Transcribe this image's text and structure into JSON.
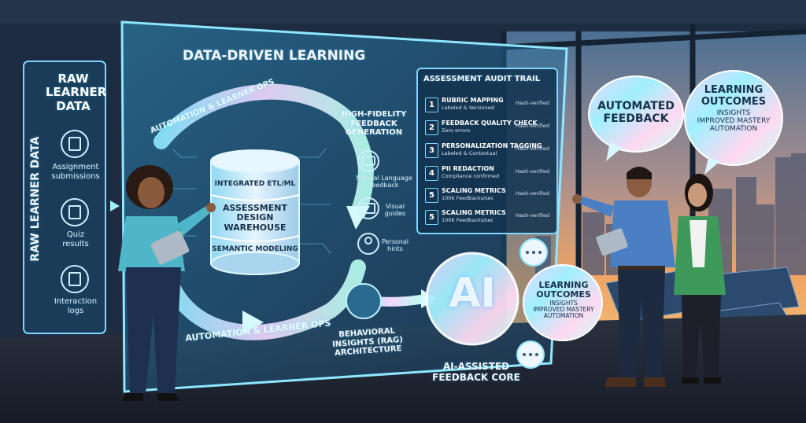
{
  "raw_panel": {
    "title_lines": [
      "RAW",
      "LEARNER",
      "DATA"
    ],
    "vertical_label": "RAW LEARNER DATA",
    "items": [
      {
        "icon": "assignment-icon",
        "label_lines": [
          "Assignment",
          "submissions"
        ]
      },
      {
        "icon": "quiz-icon",
        "label_lines": [
          "Quiz",
          "results"
        ]
      },
      {
        "icon": "log-icon",
        "label_lines": [
          "Interaction",
          "logs"
        ]
      }
    ]
  },
  "board": {
    "title": "DATA-DRIVEN LEARNING",
    "arc_top_label": "AUTOMATION & LEARNER OPS",
    "arc_bottom_label": "AUTOMATION & LEARNER OPS",
    "warehouse": {
      "top_label": "INTEGRATED ETL/ML",
      "main_lines": [
        "ASSESSMENT",
        "DESIGN",
        "WAREHOUSE"
      ],
      "bottom_label": "SEMANTIC MODELING"
    },
    "feedback_gen_lines": [
      "HIGH-FIDELITY",
      "FEEDBACK",
      "GENERATION"
    ],
    "feedback_items": [
      {
        "icon": "chat-icon",
        "label_lines": [
          "Natural Language",
          "feedback"
        ]
      },
      {
        "icon": "image-icon",
        "label_lines": [
          "Visual",
          "guides"
        ]
      },
      {
        "icon": "person-icon",
        "label_lines": [
          "Personal",
          "hints"
        ]
      }
    ],
    "behavioral_lines": [
      "BEHAVIORAL",
      "INSIGHTS (RAG)",
      "ARCHITECTURE"
    ],
    "ai_label": "AI",
    "core_lines": [
      "AI-ASSISTED",
      "FEEDBACK CORE"
    ]
  },
  "audit": {
    "title": "ASSESSMENT AUDIT TRAIL",
    "rows": [
      {
        "num": "1",
        "title": "RUBRIC MAPPING",
        "sub": "Labeled & Versioned",
        "status": "Hash-verified"
      },
      {
        "num": "2",
        "title": "FEEDBACK QUALITY CHECK",
        "sub": "Zero errors",
        "status": "Hash-verified"
      },
      {
        "num": "3",
        "title": "PERSONALIZATION TAGGING",
        "sub": "Labeled & Contextual",
        "status": "Hash-verified"
      },
      {
        "num": "4",
        "title": "PII REDACTION",
        "sub": "Compliance confirmed",
        "status": "Hash-verified"
      },
      {
        "num": "5",
        "title": "SCALING METRICS",
        "sub": "100K Feedbacks/sec",
        "status": "Hash-verified"
      },
      {
        "num": "5",
        "title": "SCALING METRICS",
        "sub": "100K Feedbacks/sec",
        "status": "Hash-verified"
      }
    ]
  },
  "bubble_outcomes_small": {
    "title_lines": [
      "LEARNING",
      "OUTCOMES"
    ],
    "items": [
      "INSIGHTS",
      "IMPROVED MASTERY",
      "AUTOMATION"
    ]
  },
  "bubble_automated": {
    "lines": [
      "AUTOMATED",
      "FEEDBACK"
    ]
  },
  "bubble_outcomes_large": {
    "title_lines": [
      "LEARNING",
      "OUTCOMES"
    ],
    "items": [
      "INSIGHTS",
      "IMPROVED MASTERY",
      "AUTOMATION"
    ]
  },
  "colors": {
    "glass": "#3fb6e6",
    "room_wall": "#1d2c40",
    "sunset": "#f2a25c",
    "accent_cyan": "#7fe3ff",
    "jacket_green": "#3e9a5a"
  }
}
